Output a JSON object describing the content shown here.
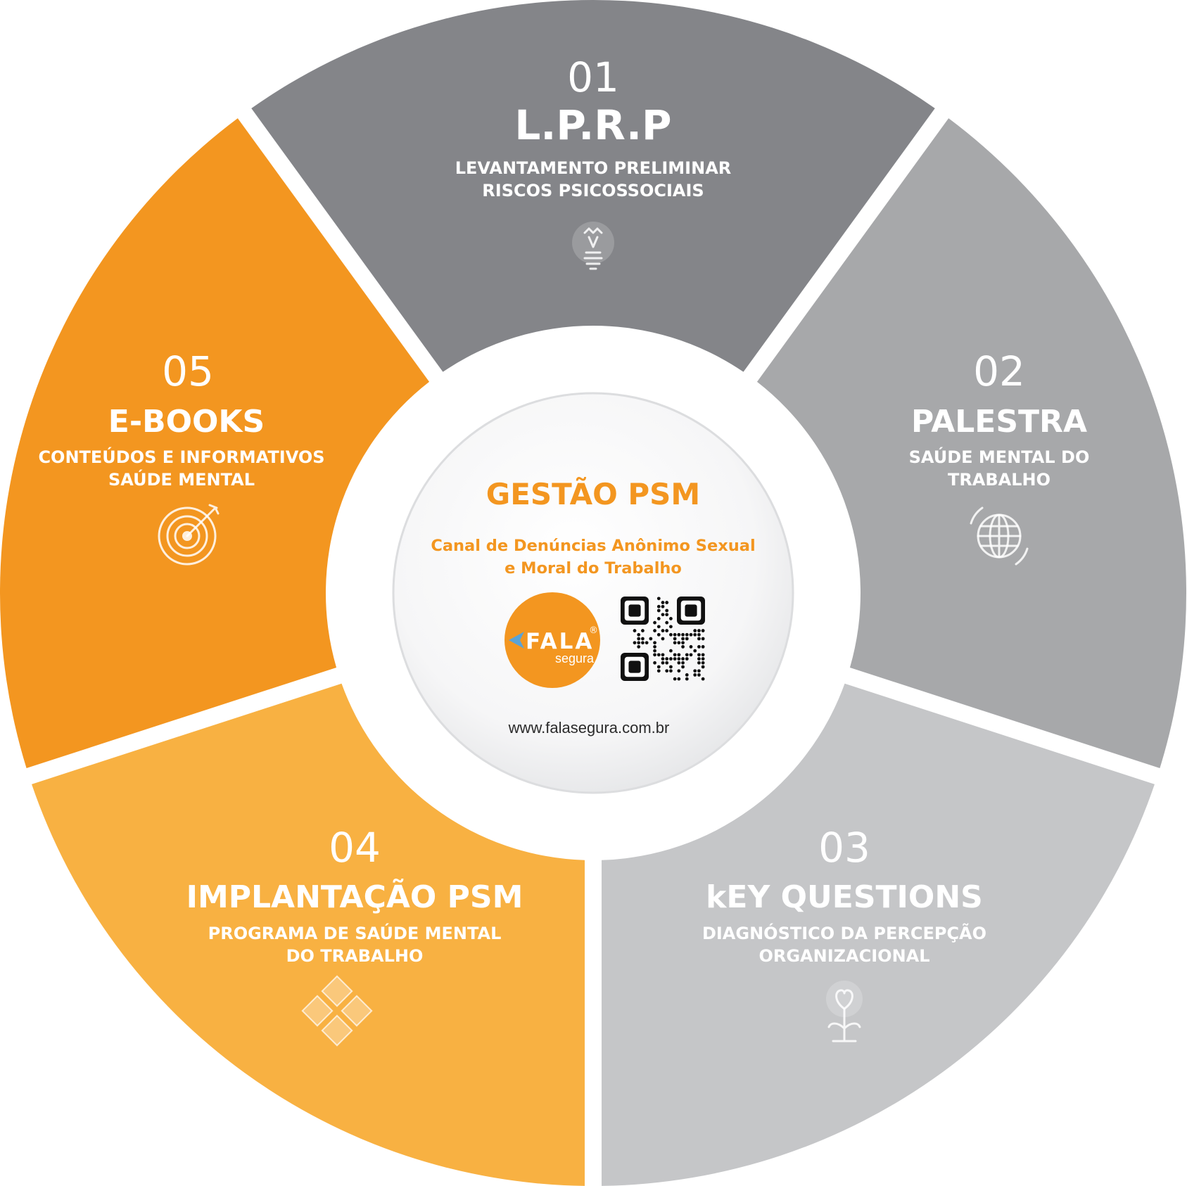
{
  "colors": {
    "seg1": "#848589",
    "seg2": "#a7a8aa",
    "seg3": "#c5c6c8",
    "seg4": "#f8b142",
    "seg5": "#f39620",
    "accent": "#f39620",
    "text_white": "#ffffff"
  },
  "segments": [
    {
      "number": "01",
      "title": "L.P.R.P",
      "subtitle_line1": "LEVANTAMENTO PRELIMINAR",
      "subtitle_line2": "RISCOS PSICOSSOCIAIS",
      "icon": "lightbulb-icon"
    },
    {
      "number": "02",
      "title": "PALESTRA",
      "subtitle_line1": "SAÚDE MENTAL DO",
      "subtitle_line2": "TRABALHO",
      "icon": "globe-icon"
    },
    {
      "number": "03",
      "title": "kEY QUESTIONS",
      "subtitle_line1": "DIAGNÓSTICO DA PERCEPÇÃO",
      "subtitle_line2": "ORGANIZACIONAL",
      "icon": "heart-plant-icon"
    },
    {
      "number": "04",
      "title": "IMPLANTAÇÃO PSM",
      "subtitle_line1": "PROGRAMA DE SAÚDE MENTAL",
      "subtitle_line2": "DO TRABALHO",
      "icon": "puzzle-icon"
    },
    {
      "number": "05",
      "title": "E-BOOKS",
      "subtitle_line1": "CONTEÚDOS E INFORMATIVOS",
      "subtitle_line2": "SAÚDE MENTAL",
      "icon": "target-icon"
    }
  ],
  "center": {
    "title": "GESTÃO PSM",
    "subtitle_line1": "Canal de Denúncias Anônimo Sexual",
    "subtitle_line2": "e Moral do Trabalho",
    "logo_word": "FALA",
    "logo_sub": "segura",
    "logo_mark": "®",
    "url": "www.falasegura.com.br"
  }
}
